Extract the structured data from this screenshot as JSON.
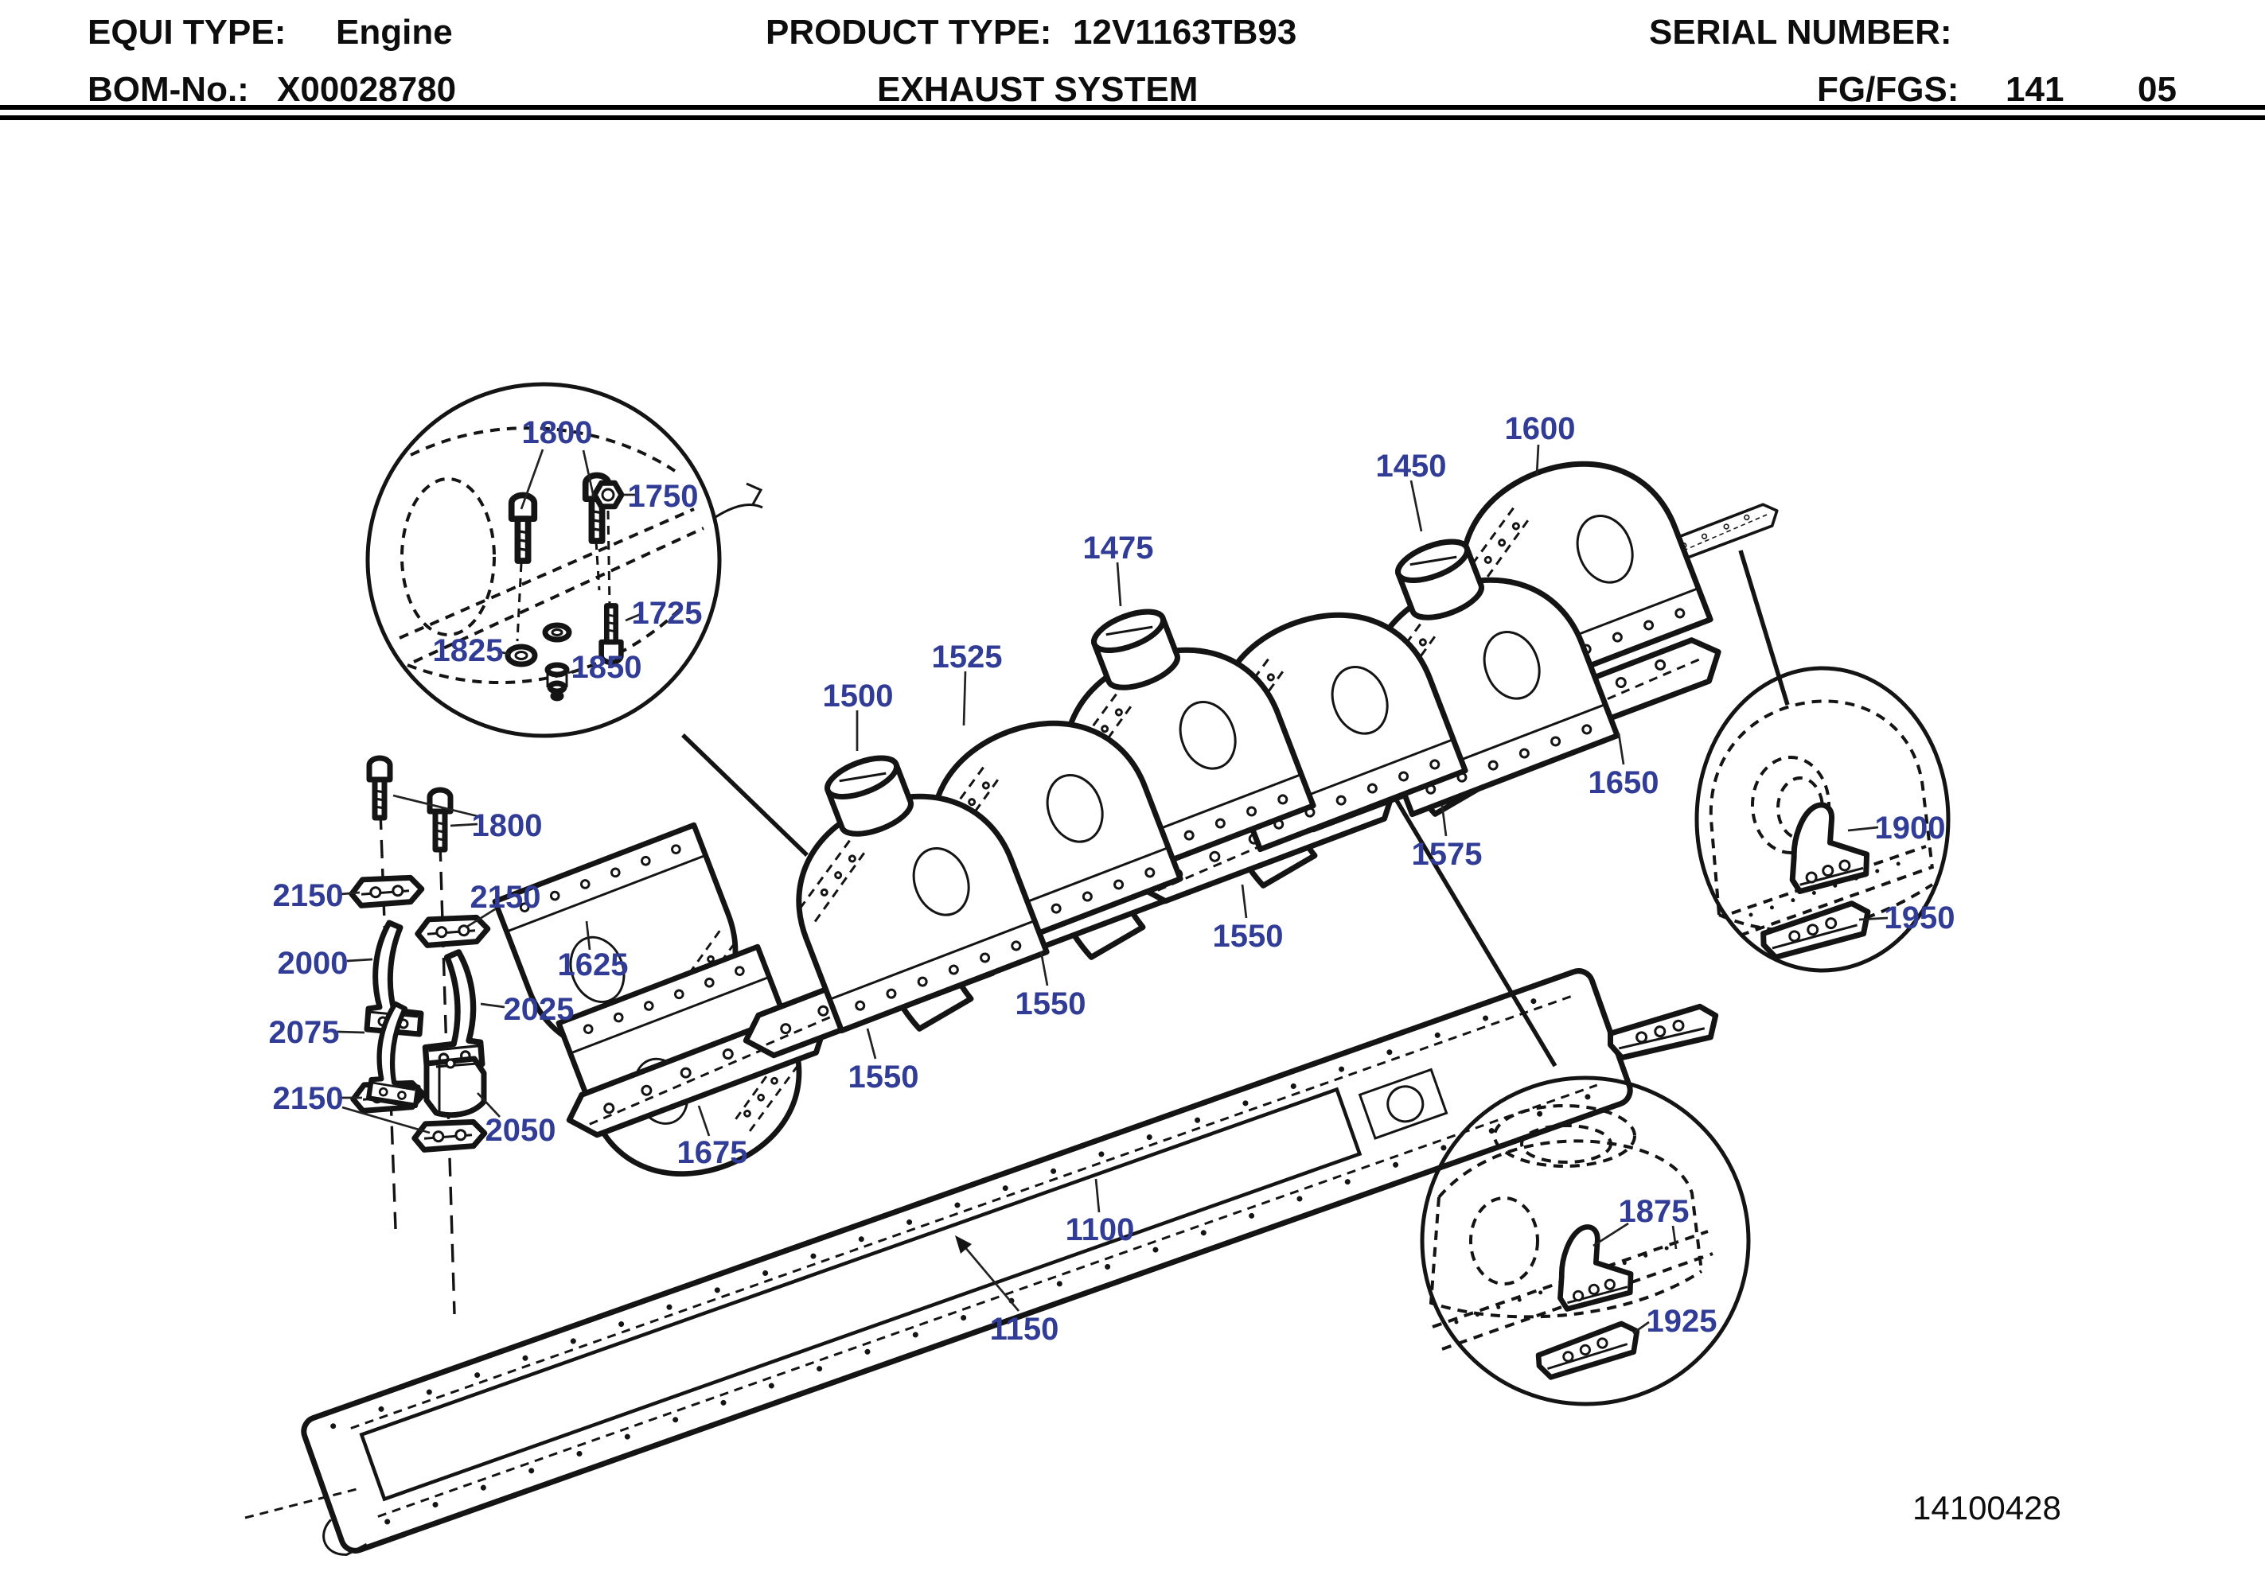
{
  "header": {
    "equi_type_label": "EQUI TYPE:",
    "equi_type_value": "Engine",
    "product_type_label": "PRODUCT TYPE:",
    "product_type_value": "12V1163TB93",
    "serial_number_label": "SERIAL NUMBER:",
    "bom_no_label": "BOM-No.:",
    "bom_no_value": "X00028780",
    "product_name": "EXHAUST SYSTEM",
    "fg_fgs_label": "FG/FGS:",
    "fg_fgs_value": "141",
    "fg_fgs_sheet": "05"
  },
  "diagram": {
    "title_implicit": "Exhaust system exploded parts view",
    "ink_color": "#141414",
    "label_color": "#303c95",
    "drawing_number": "14100428",
    "labels": [
      {
        "id": "1800-detail",
        "text": "1800"
      },
      {
        "id": "1750",
        "text": "1750"
      },
      {
        "id": "1725",
        "text": "1725"
      },
      {
        "id": "1825",
        "text": "1825"
      },
      {
        "id": "1850",
        "text": "1850"
      },
      {
        "id": "1800",
        "text": "1800"
      },
      {
        "id": "2150-top",
        "text": "2150"
      },
      {
        "id": "2150-mid",
        "text": "2150"
      },
      {
        "id": "2000",
        "text": "2000"
      },
      {
        "id": "1625",
        "text": "1625"
      },
      {
        "id": "2025",
        "text": "2025"
      },
      {
        "id": "2075",
        "text": "2075"
      },
      {
        "id": "2150-bottom",
        "text": "2150"
      },
      {
        "id": "2050",
        "text": "2050"
      },
      {
        "id": "1675",
        "text": "1675"
      },
      {
        "id": "1500",
        "text": "1500"
      },
      {
        "id": "1525",
        "text": "1525"
      },
      {
        "id": "1475",
        "text": "1475"
      },
      {
        "id": "1450",
        "text": "1450"
      },
      {
        "id": "1600",
        "text": "1600"
      },
      {
        "id": "1650",
        "text": "1650"
      },
      {
        "id": "1575",
        "text": "1575"
      },
      {
        "id": "1550-right",
        "text": "1550"
      },
      {
        "id": "1550-mid",
        "text": "1550"
      },
      {
        "id": "1550-left",
        "text": "1550"
      },
      {
        "id": "1100",
        "text": "1100"
      },
      {
        "id": "1150",
        "text": "1150"
      },
      {
        "id": "1900",
        "text": "1900"
      },
      {
        "id": "1950",
        "text": "1950"
      },
      {
        "id": "1875",
        "text": "1875"
      },
      {
        "id": "1925",
        "text": "1925"
      }
    ]
  }
}
